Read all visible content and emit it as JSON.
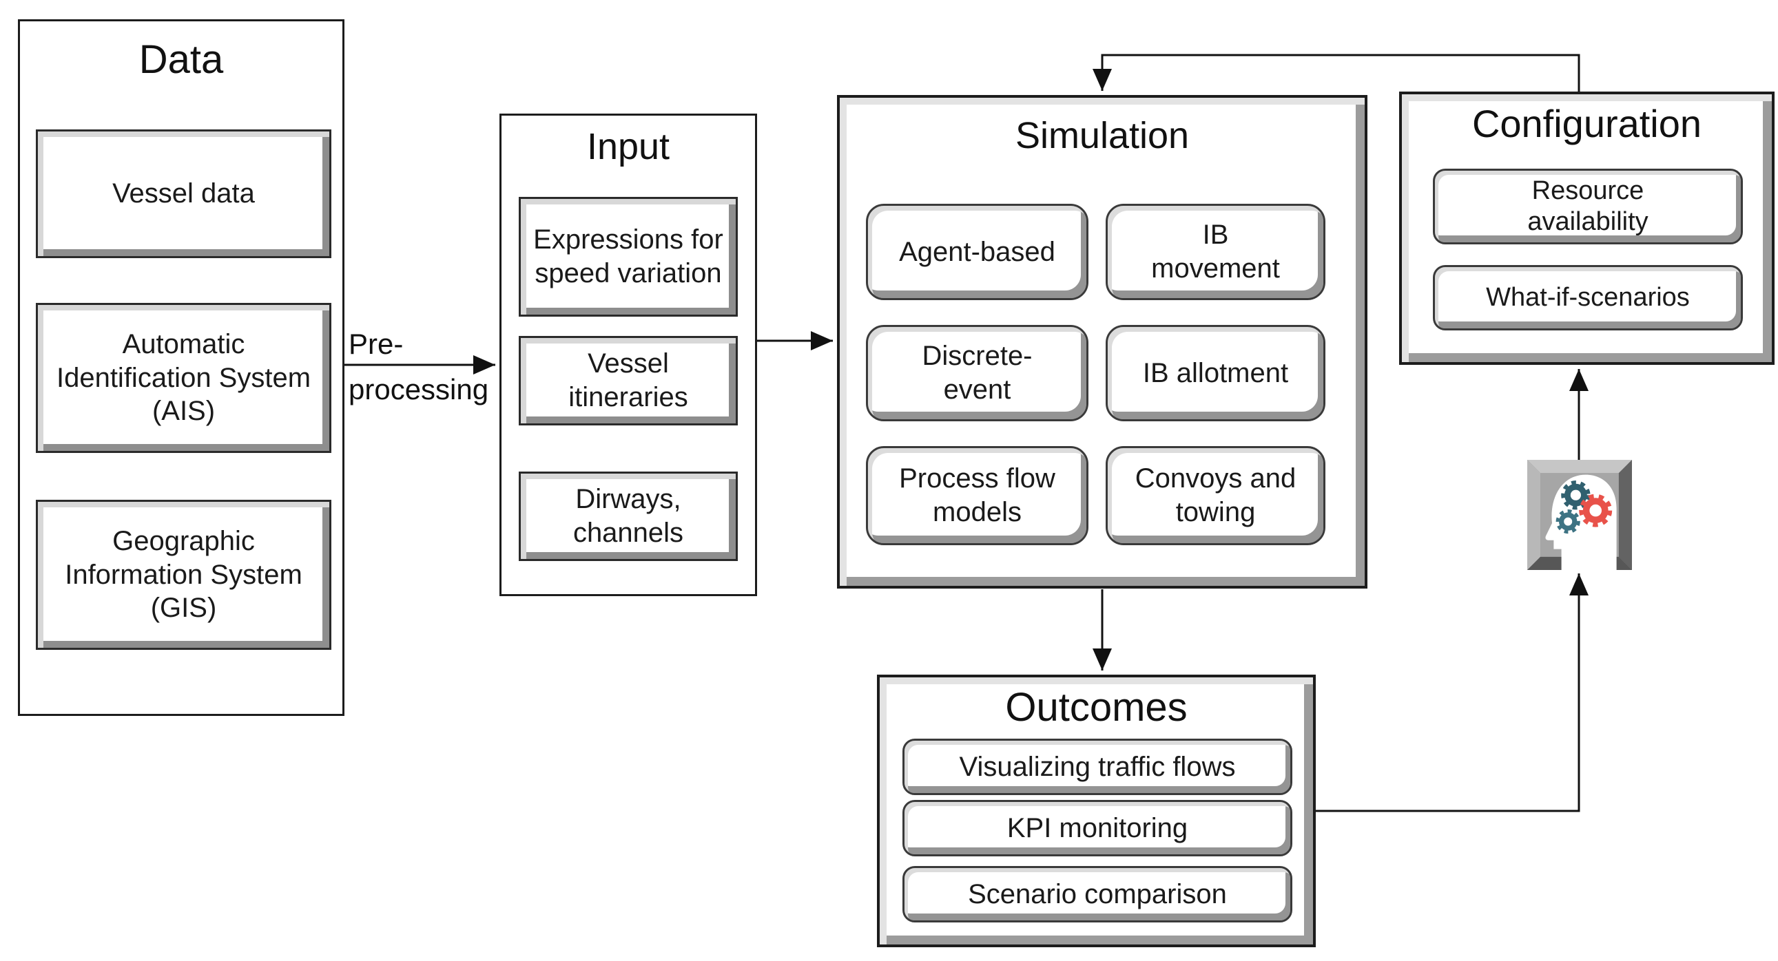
{
  "diagram": {
    "background": "#ffffff",
    "line_color": "#111111",
    "panels": {
      "data": {
        "title": "Data",
        "items": [
          "Vessel data",
          "Automatic Identification System (AIS)",
          "Geographic Information System (GIS)"
        ]
      },
      "input": {
        "title": "Input",
        "items": [
          "Expressions for speed variation",
          "Vessel itineraries",
          "Dirways, channels"
        ]
      },
      "simulation": {
        "title": "Simulation",
        "items": [
          "Agent-based",
          "IB movement",
          "Discrete-event",
          "IB allotment",
          "Process flow models",
          "Convoys and towing"
        ]
      },
      "configuration": {
        "title": "Configuration",
        "items": [
          "Resource availability",
          "What-if-scenarios"
        ]
      },
      "outcomes": {
        "title": "Outcomes",
        "items": [
          "Visualizing traffic flows",
          "KPI monitoring",
          "Scenario comparison"
        ]
      }
    },
    "labels": {
      "preprocessing_line1": "Pre-",
      "preprocessing_line2": "processing"
    },
    "icon": {
      "name": "head-with-gears",
      "colors": {
        "frame": "#909090",
        "gear_dark_teal": "#30606f",
        "gear_teal": "#3d7383",
        "gear_red": "#e8524a"
      }
    }
  }
}
